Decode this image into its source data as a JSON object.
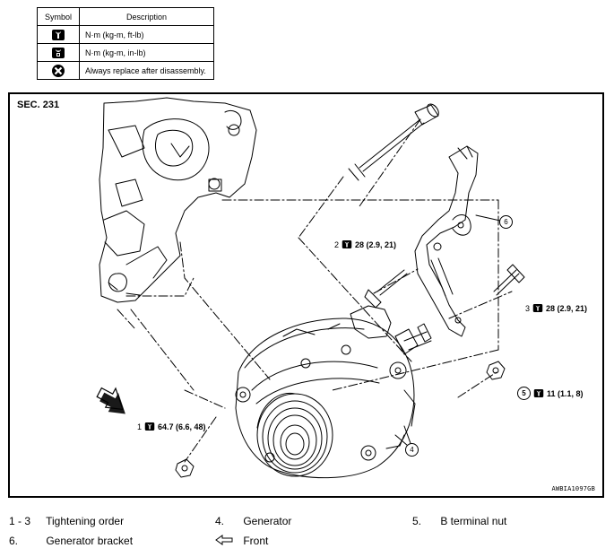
{
  "symbol_table": {
    "header_symbol": "Symbol",
    "header_description": "Description",
    "rows": [
      {
        "icon": "torque-wrench-icon",
        "description": "N·m (kg-m, ft-lb)"
      },
      {
        "icon": "torque-wrench-small-icon",
        "description": "N·m (kg-m, in-lb)"
      },
      {
        "icon": "always-replace-icon",
        "description": "Always replace after disassembly."
      }
    ]
  },
  "diagram": {
    "section": "SEC. 231",
    "figure_code": "AWBIA1097GB",
    "callouts": [
      {
        "num": "1",
        "torque": "64.7 (6.6, 48)"
      },
      {
        "num": "2",
        "torque": "28 (2.9, 21)"
      },
      {
        "num": "3",
        "torque": "28 (2.9, 21)"
      },
      {
        "num": "5",
        "torque": "11 (1.1, 8)"
      }
    ],
    "item_labels": [
      "4",
      "6"
    ]
  },
  "legend": {
    "items": [
      {
        "key": "1 - 3",
        "label": "Tightening order"
      },
      {
        "key": "4.",
        "label": "Generator"
      },
      {
        "key": "5.",
        "label": "B terminal nut"
      },
      {
        "key": "6.",
        "label": "Generator bracket"
      },
      {
        "key": "front-arrow-icon",
        "label": "Front"
      }
    ]
  }
}
